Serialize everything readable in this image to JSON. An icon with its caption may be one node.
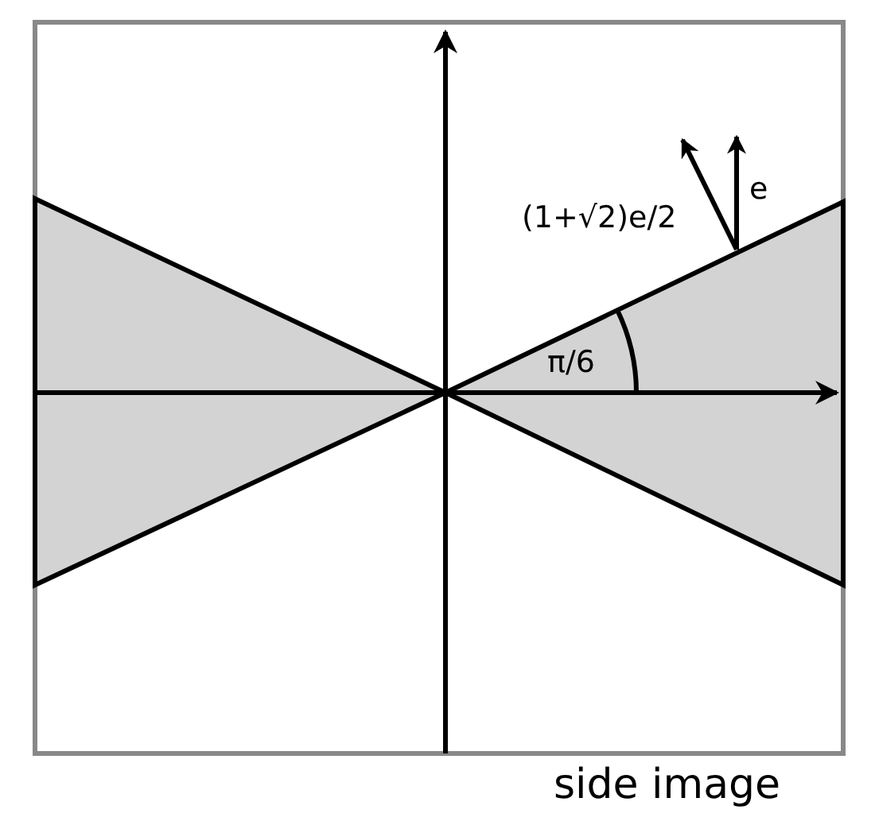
{
  "diagram": {
    "labels": [
      "(1+√2)e/2",
      "e",
      "π/6",
      "side image"
    ]
  }
}
